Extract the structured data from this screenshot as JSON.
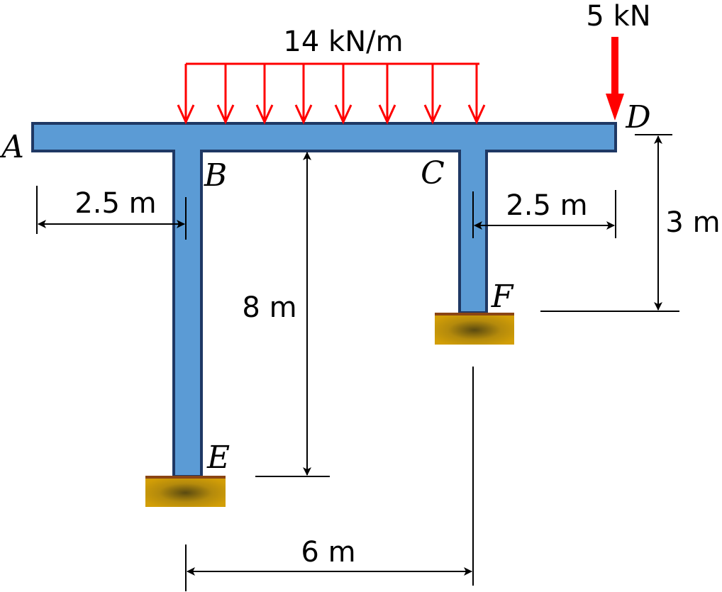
{
  "loads": {
    "distributed_label": "14 kN/m",
    "point_label": "5 kN"
  },
  "points": {
    "A": "A",
    "B": "B",
    "C": "C",
    "D": "D",
    "E": "E",
    "F": "F"
  },
  "dimensions": {
    "left_overhang": "2.5 m",
    "right_overhang": "2.5 m",
    "column_be_height": "8 m",
    "column_cf_height": "3 m",
    "column_spacing": "6 m"
  },
  "colors": {
    "member_fill": "#5b9bd5",
    "member_stroke": "#1f3864",
    "load": "#ff0000",
    "support": "#c8960a",
    "support_top": "#8b4513",
    "dimension": "#000000"
  }
}
